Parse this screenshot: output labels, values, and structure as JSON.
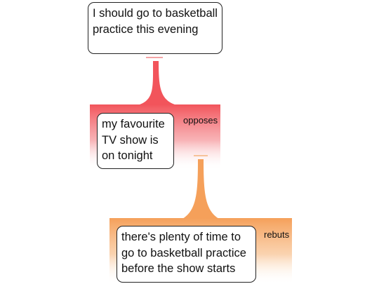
{
  "diagram": {
    "root_claim": "I should go to basketball practice this evening",
    "relations": [
      {
        "type": "opposes",
        "label": "opposes",
        "color": "#f2545b",
        "claim": "my favourite TV show is on tonight"
      },
      {
        "type": "rebuts",
        "label": "rebuts",
        "color": "#f5a05a",
        "claim": "there's plenty of time to go to basketball practice before the show starts"
      }
    ]
  }
}
